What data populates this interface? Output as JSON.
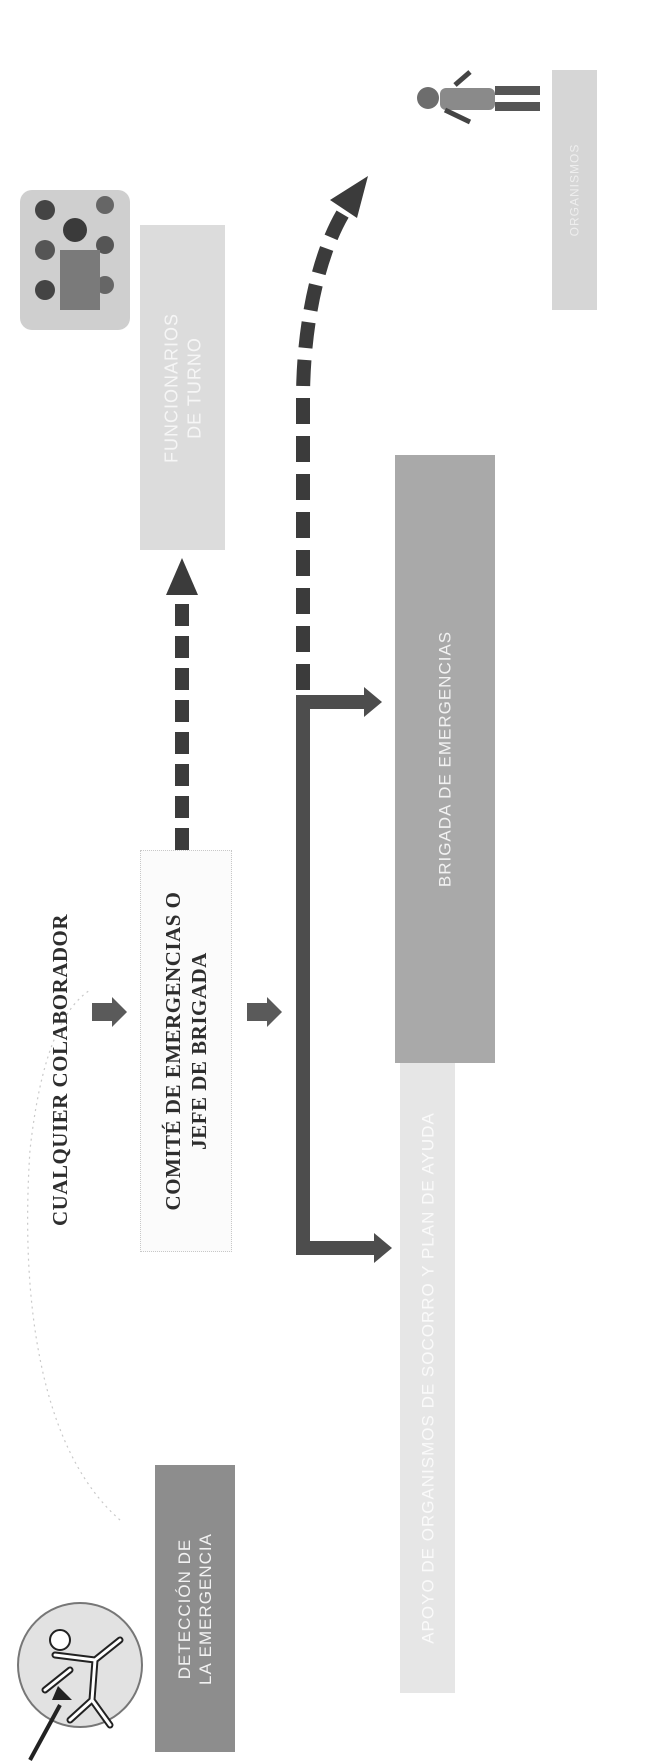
{
  "nodes": {
    "deteccion": {
      "line1": "DETECCIÓN DE",
      "line2": "LA EMERGENCIA"
    },
    "colaborador": {
      "text": "CUALQUIER COLABORADOR"
    },
    "comite": {
      "line1": "COMITÉ DE EMERGENCIAS O",
      "line2": "JEFE DE BRIGADA"
    },
    "brigada": {
      "text": "BRIGADA DE EMERGENCIAS"
    },
    "apoyo": {
      "text": "APOYO DE ORGANISMOS DE SOCORRO Y PLAN DE AYUDA"
    },
    "funcionario": {
      "line1": "FUNCIONARIOS",
      "line2": "DE TURNO"
    },
    "organismo": {
      "text": "ORGANISMOS"
    }
  },
  "icons": [
    "running-person-icon",
    "group-of-people-icon",
    "standing-person-icon"
  ],
  "colors": {
    "dark": "#333333",
    "mid": "#8d8d8d",
    "light": "#e6e6e6"
  }
}
